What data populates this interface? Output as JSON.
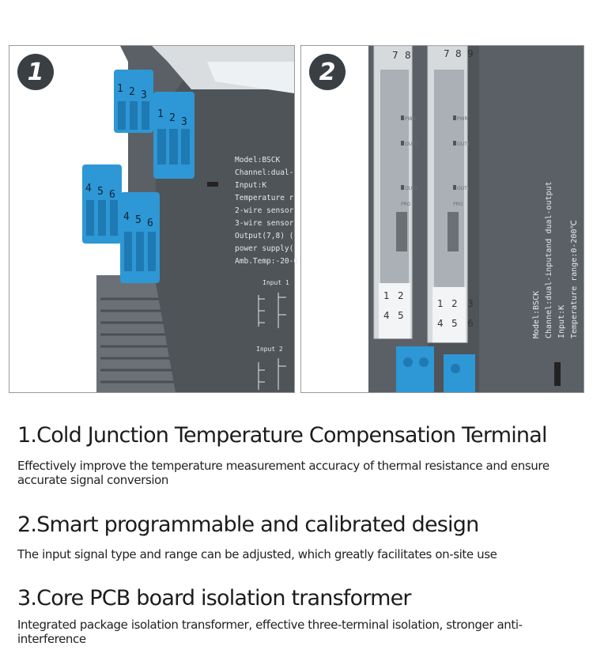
{
  "photos": [
    {
      "badge": "1",
      "terminal_top_numbers": [
        "1",
        "2",
        "3"
      ],
      "terminal_bottom_numbers": [
        "4",
        "5",
        "6"
      ],
      "label_lines": [
        "Model:BSCK",
        "Channel:dual-",
        "Input:K",
        "Temperature r",
        "2-wire sensor",
        "3-wire sensor",
        "Output(7,8) (",
        "power supply(",
        "Amb.Temp:-20-6"
      ],
      "diagram_labels": [
        "Input 1",
        "Input 2"
      ]
    },
    {
      "badge": "2",
      "cover_top_numbers": [
        "7",
        "8",
        "9"
      ],
      "cover_bottom_numbers": [
        "1",
        "2",
        "3"
      ],
      "cover_bottom_numbers_2": [
        "4",
        "5",
        "6"
      ],
      "led_labels": [
        "PWR",
        "OUT1",
        "OUT2",
        "PRO"
      ],
      "label_lines": [
        "Model:BSCK",
        "Channel:dual-inputand dual-output",
        "Input:K",
        "Temperature range:0-200℃"
      ]
    }
  ],
  "features": [
    {
      "title": "1.Cold Junction Temperature Compensation Terminal",
      "description": "Effectively improve the temperature measurement accuracy of thermal resistance and ensure accurate signal conversion"
    },
    {
      "title": "2.Smart programmable and calibrated design",
      "description": "The input signal type and range can be adjusted, which greatly facilitates on-site use"
    },
    {
      "title": "3.Core PCB board isolation transformer",
      "description": "Integrated package isolation transformer, effective three-terminal isolation, stronger anti-interference"
    }
  ],
  "colors": {
    "housing": "#5b6066",
    "housing_dark": "#3f4448",
    "terminal_blue": "#2e97d6",
    "badge": "#3a3f44"
  }
}
